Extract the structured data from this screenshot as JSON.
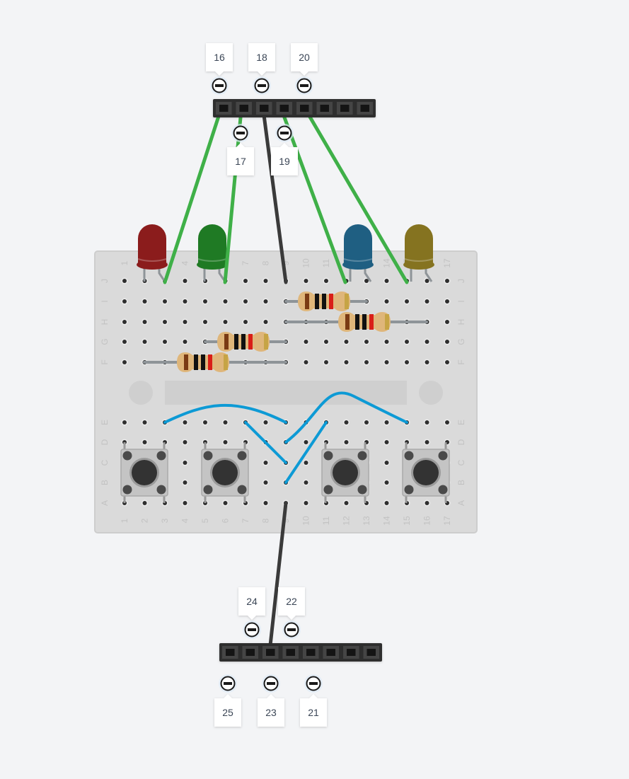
{
  "colors": {
    "background": "#f3f4f6",
    "breadboard": "#dadada",
    "wire_green": "#3fb048",
    "wire_black": "#3a3a3a",
    "wire_blue": "#0d9ad5",
    "led_red": "#8b1c1c",
    "led_green": "#1f7a24",
    "led_blue": "#1f5f82",
    "led_yellow": "#857320"
  },
  "breadboard": {
    "column_labels": [
      "1",
      "2",
      "3",
      "4",
      "5",
      "6",
      "7",
      "8",
      "9",
      "10",
      "11",
      "12",
      "13",
      "14",
      "15",
      "16",
      "17"
    ],
    "top_row_labels": [
      "J",
      "I",
      "H",
      "G",
      "F"
    ],
    "bottom_row_labels": [
      "E",
      "D",
      "C",
      "B",
      "A"
    ]
  },
  "top_header": {
    "pins_above": [
      {
        "label": "16",
        "icon": "pin-minus-icon"
      },
      {
        "label": "18",
        "icon": "pin-minus-icon"
      },
      {
        "label": "20",
        "icon": "pin-minus-icon"
      }
    ],
    "pins_below": [
      {
        "label": "17",
        "icon": "pin-minus-icon"
      },
      {
        "label": "19",
        "icon": "pin-minus-icon"
      }
    ]
  },
  "bottom_header": {
    "pins_above": [
      {
        "label": "24",
        "icon": "pin-minus-icon"
      },
      {
        "label": "22",
        "icon": "pin-minus-icon"
      }
    ],
    "pins_below": [
      {
        "label": "25",
        "icon": "pin-minus-icon"
      },
      {
        "label": "23",
        "icon": "pin-minus-icon"
      },
      {
        "label": "21",
        "icon": "pin-minus-icon"
      }
    ]
  },
  "components": {
    "leds": [
      "red",
      "green",
      "blue",
      "yellow"
    ],
    "resistor_count": 4,
    "pushbutton_count": 4
  }
}
